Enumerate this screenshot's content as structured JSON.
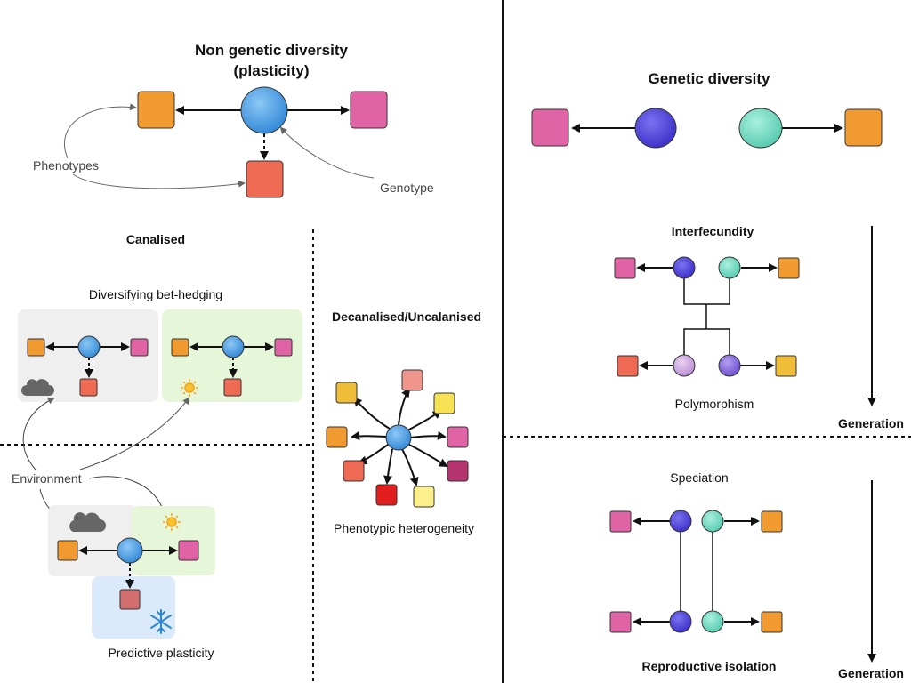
{
  "colors": {
    "orange": "#f19a30",
    "pink": "#e063a6",
    "salmon": "#ee6a52",
    "blue": "#3d98e0",
    "indigo": "#4e46d8",
    "teal": "#6bdcc2",
    "lilac": "#c9a0dc",
    "violet": "#8a6ad8",
    "gold": "#efbd38",
    "rose": "#f0958c",
    "yellow": "#f7e256",
    "lightyellow": "#fbf08a",
    "red": "#e01e1e",
    "plum": "#b5336e",
    "dusty": "#d27070",
    "grey_panel": "#efefef",
    "green_panel": "#e6f6d8",
    "blue_panel": "#dbeafb"
  },
  "non_genetic": {
    "title_line1": "Non genetic diversity",
    "title_line2": "(plasticity)",
    "phenotypes_label": "Phenotypes",
    "genotype_label": "Genotype"
  },
  "canalised": {
    "title": "Canalised",
    "bet_hedging_label": "Diversifying bet-hedging",
    "environment_label": "Environment",
    "predictive_label": "Predictive plasticity",
    "icons": [
      "cloud-icon",
      "sun-icon",
      "snowflake-icon"
    ]
  },
  "decanalised": {
    "title": "Decanalised/Uncalanised",
    "caption": "Phenotypic heterogeneity"
  },
  "genetic": {
    "title": "Genetic diversity",
    "interfecundity_title": "Interfecundity",
    "polymorphism_label": "Polymorphism",
    "generation_label_1": "Generation",
    "speciation_label": "Speciation",
    "reproductive_isolation_label": "Reproductive isolation",
    "generation_label_2": "Generation"
  }
}
